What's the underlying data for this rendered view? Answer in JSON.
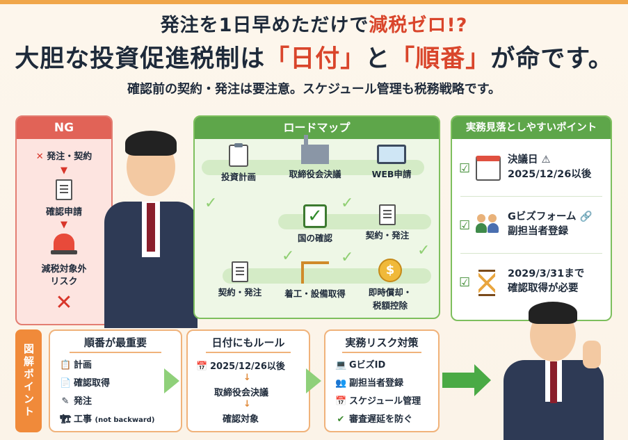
{
  "headline": {
    "line1_pre": "発注を1日早めただけで",
    "line1_hl": "減税ゼロ!?",
    "line2_pre": "大胆な投資促進税制は",
    "line2_hl1": "「日付」",
    "line2_mid": "と",
    "line2_hl2": "「順番」",
    "line2_post": "が命です。",
    "subline": "確認前の契約・発注は要注意。スケジュール管理も税務戦略です。"
  },
  "ng_panel": {
    "title": "NG",
    "items": [
      "発注・契約",
      "確認申請",
      "減税対象外",
      "リスク"
    ]
  },
  "roadmap": {
    "title": "ロードマップ",
    "steps": [
      "投資計画",
      "取締役会決議",
      "WEB申請",
      "国の確認",
      "契約・発注",
      "契約・発注",
      "着工・設備取得",
      "即時償却・",
      "税額控除"
    ]
  },
  "points": {
    "title": "実務見落としやすいポイント",
    "items": [
      {
        "line1": "決議日 ⚠",
        "line2": "2025/12/26以後",
        "icon": "calendar-icon"
      },
      {
        "line1": "Gビズフォーム 🔗",
        "line2": "副担当者登録",
        "icon": "people-icon"
      },
      {
        "line1": "2029/3/31まで",
        "line2": "確認取得が必要",
        "icon": "hourglass-icon"
      }
    ]
  },
  "bottom": {
    "badge": "図解ポイント",
    "box1": {
      "title": "順番が最重要",
      "items": [
        "計画",
        "確認取得",
        "発注",
        "工事"
      ],
      "note": "(not backward)"
    },
    "box2": {
      "title": "日付にもルール",
      "items": [
        "2025/12/26以後",
        "取締役会決議",
        "確認対象"
      ]
    },
    "box3": {
      "title": "実務リスク対策",
      "items": [
        "GビズID",
        "副担当者登録",
        "スケジュール管理",
        "審査遅延を防ぐ"
      ]
    }
  },
  "colors": {
    "accent_red": "#d9452b",
    "green": "#5ea64a",
    "orange": "#f08a3a"
  }
}
